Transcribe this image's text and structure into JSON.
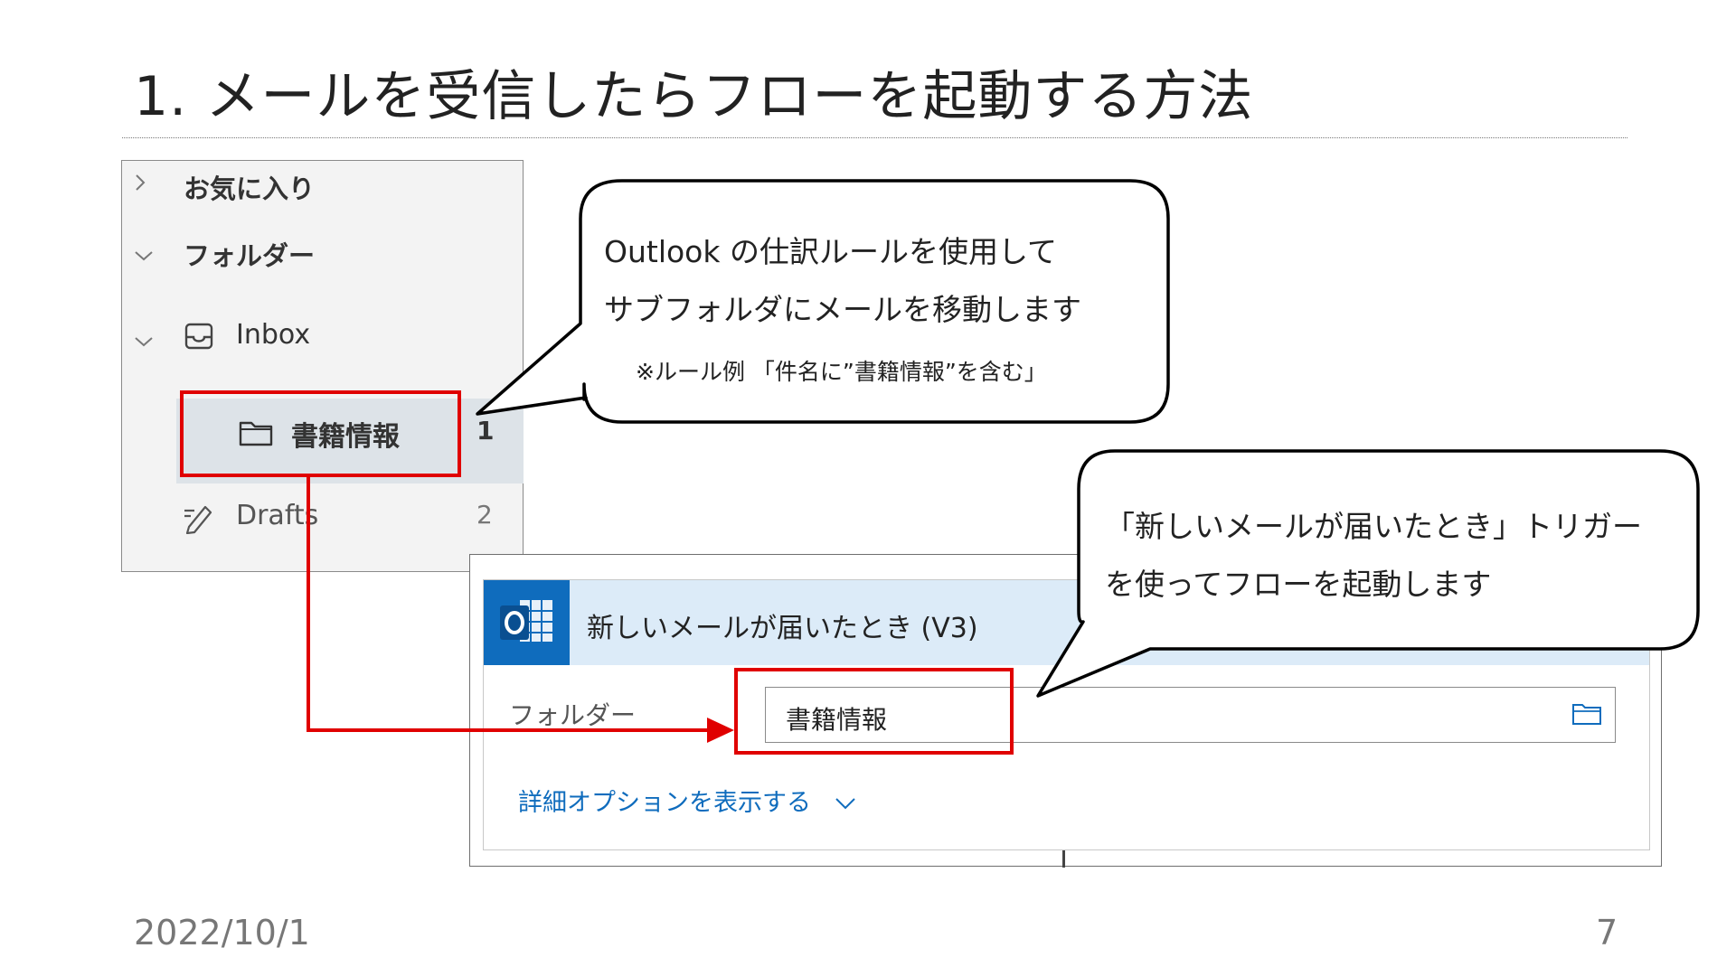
{
  "slide": {
    "title": "1. メールを受信したらフローを起動する方法",
    "footer_date": "2022/10/1",
    "page_number": "7"
  },
  "folder_pane": {
    "favorites_label": "お気に入り",
    "folders_label": "フォルダー",
    "inbox_label": "Inbox",
    "subfolder_label": "書籍情報",
    "subfolder_count": "1",
    "drafts_label": "Drafts",
    "drafts_count": "2"
  },
  "callout_rule": {
    "line1": "Outlook の仕訳ルールを使用して",
    "line2": "サブフォルダにメールを移動します",
    "note": "※ルール例 「件名に”書籍情報”を含む」"
  },
  "callout_trigger": {
    "line1": "「新しいメールが届いたとき」トリガー",
    "line2": "を使ってフローを起動します"
  },
  "flow_card": {
    "title": "新しいメールが届いたとき (V3)",
    "folder_field_label": "フォルダー",
    "folder_field_value": "書籍情報",
    "advanced_options_link": "詳細オプションを表示する"
  },
  "colors": {
    "highlight_red": "#e00000",
    "outlook_blue": "#0f6cbd",
    "card_header_bg": "#dcebf8"
  },
  "icons": [
    "chevron-right-icon",
    "chevron-down-icon",
    "inbox-icon",
    "folder-icon",
    "drafts-pencil-icon",
    "outlook-icon",
    "folder-picker-icon"
  ]
}
